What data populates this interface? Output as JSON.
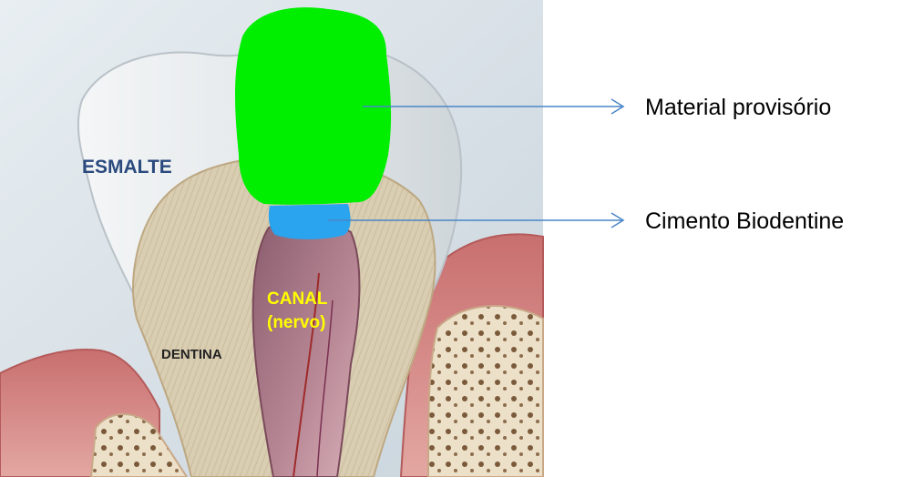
{
  "labels": {
    "enamel": "ESMALTE",
    "dentin": "DENTINA",
    "canal_line1": "CANAL",
    "canal_line2": "(nervo)"
  },
  "callouts": {
    "temporary_material": "Material provisório",
    "biodentine_cement": "Cimento Biodentine"
  },
  "colors": {
    "temporary_material_fill": "#00ee00",
    "biodentine_fill": "#2aa4ee",
    "enamel_label": "#2a4a7e",
    "canal_label": "#ffff00",
    "dentin_label": "#222222",
    "callout_line": "#4a86c8"
  }
}
